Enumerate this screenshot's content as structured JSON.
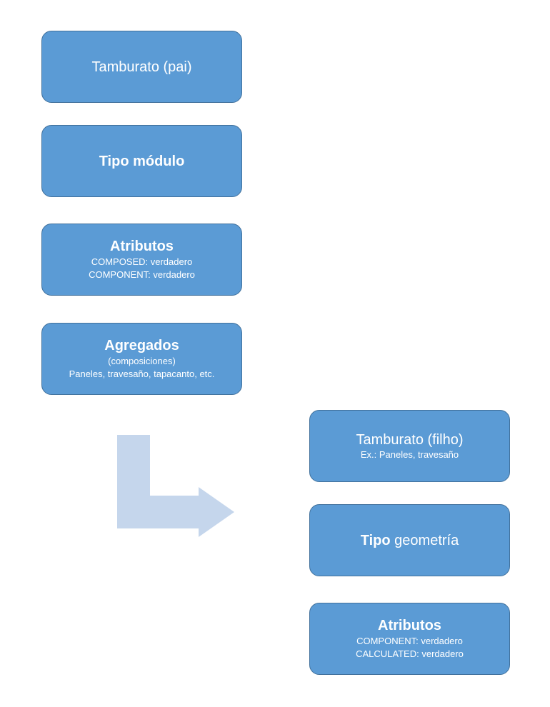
{
  "parent": {
    "title": "Tamburato (pai)",
    "type_box": "Tipo módulo",
    "attributes": {
      "title": "Atributos",
      "lines": [
        "COMPOSED: verdadero",
        "COMPONENT: verdadero"
      ]
    },
    "aggregates": {
      "title": "Agregados",
      "lines": [
        "(composiciones)",
        "Paneles, travesaño, tapacanto, etc."
      ]
    }
  },
  "child": {
    "title": "Tamburato (filho)",
    "subtitle": "Ex.: Paneles, travesaño",
    "type_box": {
      "bold_part": "Tipo",
      "rest": " geometría"
    },
    "attributes": {
      "title": "Atributos",
      "lines": [
        "COMPONENT: verdadero",
        "CALCULATED: verdadero"
      ]
    }
  },
  "colors": {
    "box_fill": "#5b9bd5",
    "box_border": "#41719c",
    "arrow_fill": "#c5d6ec",
    "text": "#ffffff"
  }
}
